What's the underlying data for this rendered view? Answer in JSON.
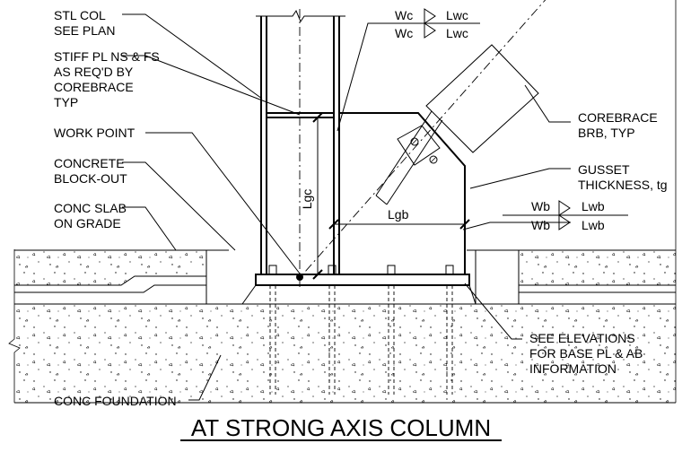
{
  "title": "AT STRONG AXIS COLUMN",
  "labels": {
    "stl_col_1": "STL COL",
    "stl_col_2": "SEE PLAN",
    "stiff_1": "STIFF PL NS & FS",
    "stiff_2": "AS REQ'D BY",
    "stiff_3": "COREBRACE",
    "stiff_4": "TYP",
    "work_point": "WORK POINT",
    "concrete_1": "CONCRETE",
    "concrete_2": "BLOCK-OUT",
    "conc_slab_1": "CONC SLAB",
    "conc_slab_2": "ON GRADE",
    "conc_foundation": "CONC FOUNDATION",
    "corebrace_1": "COREBRACE",
    "corebrace_2": "BRB, TYP",
    "gusset_1": "GUSSET",
    "gusset_2": "THICKNESS, tg",
    "see_elev_1": "SEE ELEVATIONS",
    "see_elev_2": "FOR BASE PL & AB",
    "see_elev_3": "INFORMATION"
  },
  "dimensions": {
    "lgc": "Lgc",
    "lgb": "Lgb"
  },
  "weld_symbols": {
    "column_weld": {
      "size_top": "Wc",
      "size_bottom": "Wc",
      "length_top": "Lwc",
      "length_bottom": "Lwc"
    },
    "base_weld": {
      "size_top": "Wb",
      "size_bottom": "Wb",
      "length_top": "Lwb",
      "length_bottom": "Lwb"
    }
  }
}
